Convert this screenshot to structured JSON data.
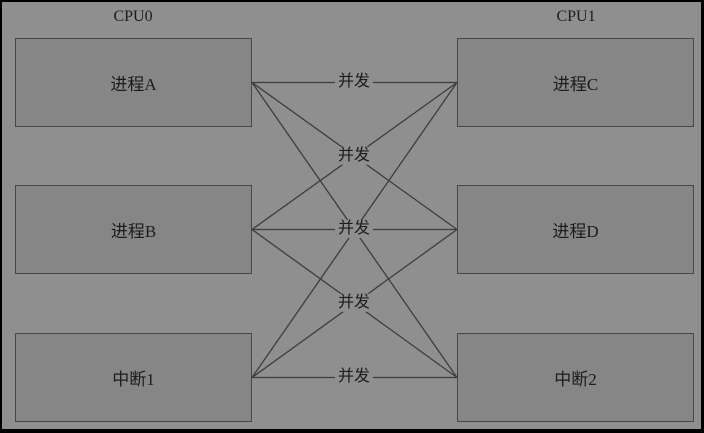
{
  "diagram": {
    "cpu0": {
      "title": "CPU0",
      "nodes": [
        {
          "id": "A",
          "label": "进程A"
        },
        {
          "id": "B",
          "label": "进程B"
        },
        {
          "id": "I1",
          "label": "中断1"
        }
      ]
    },
    "cpu1": {
      "title": "CPU1",
      "nodes": [
        {
          "id": "C",
          "label": "进程C"
        },
        {
          "id": "D",
          "label": "进程D"
        },
        {
          "id": "I2",
          "label": "中断2"
        }
      ]
    },
    "edges": [
      {
        "from": "A",
        "to": "C"
      },
      {
        "from": "A",
        "to": "D"
      },
      {
        "from": "A",
        "to": "I2"
      },
      {
        "from": "B",
        "to": "C"
      },
      {
        "from": "B",
        "to": "D"
      },
      {
        "from": "B",
        "to": "I2"
      },
      {
        "from": "I1",
        "to": "C"
      },
      {
        "from": "I1",
        "to": "D"
      },
      {
        "from": "I1",
        "to": "I2"
      }
    ],
    "edge_labels": [
      {
        "text": "并发"
      },
      {
        "text": "并发"
      },
      {
        "text": "并发"
      },
      {
        "text": "并发"
      },
      {
        "text": "并发"
      }
    ]
  },
  "colors": {
    "background": "#8f8f8f",
    "box_fill": "#868686",
    "box_border": "#474747",
    "line": "#3d3d3d",
    "text": "#1c1c1c",
    "frame": "#000000"
  }
}
